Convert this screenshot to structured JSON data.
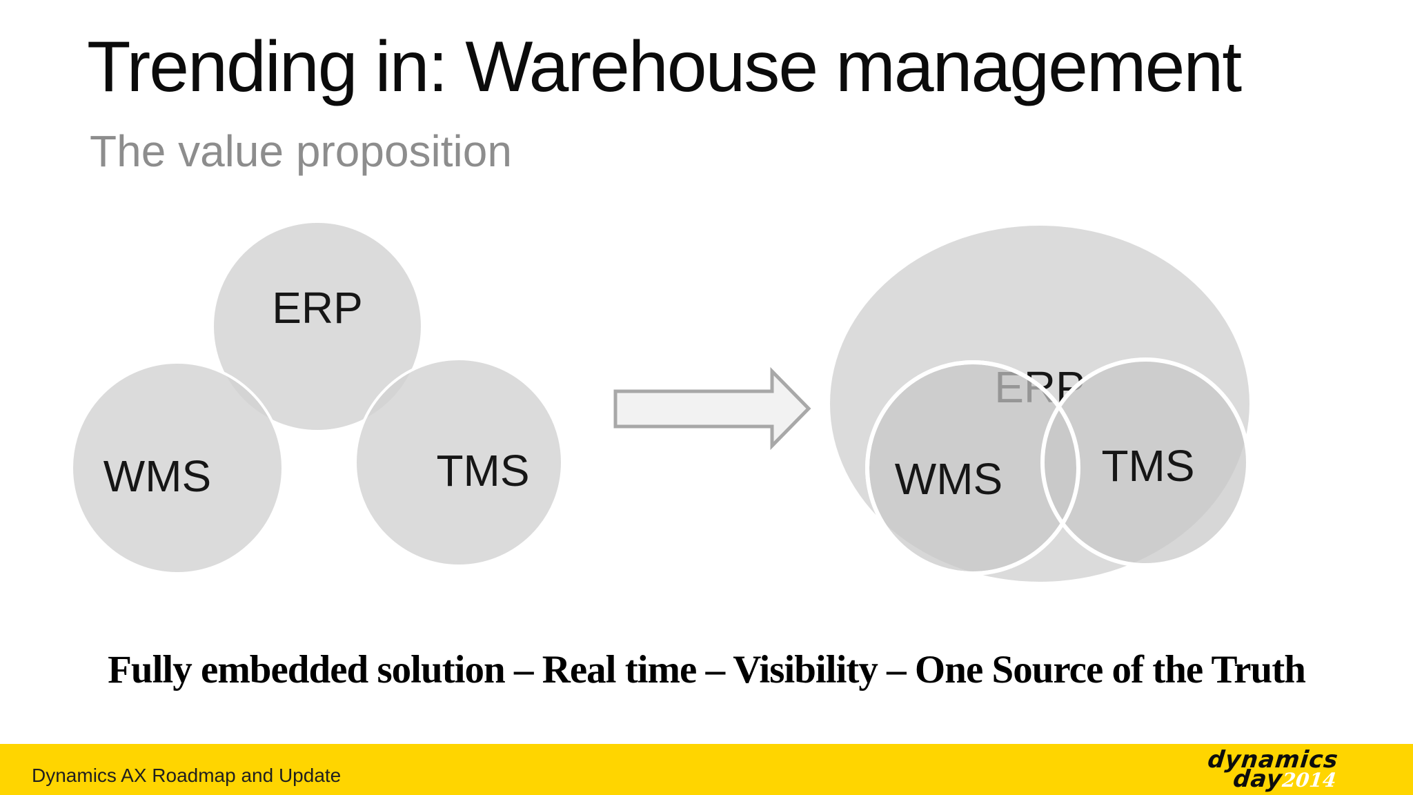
{
  "slide": {
    "title": "Trending in: Warehouse management",
    "subtitle": "The value proposition",
    "tagline": "Fully embedded solution – Real time – Visibility – One Source of the Truth"
  },
  "diagram_left": {
    "description": "three separate circles before integration",
    "erp_label": "ERP",
    "wms_label": "WMS",
    "tms_label": "TMS"
  },
  "arrow": {
    "meaning": "transition from separate systems to embedded solution",
    "direction": "right"
  },
  "diagram_right": {
    "description": "WMS and TMS embedded inside one large ERP circle",
    "erp_label": "ERP",
    "wms_label": "WMS",
    "tms_label": "TMS"
  },
  "footer": {
    "left_text": "Dynamics AX Roadmap and Update",
    "logo_line1": "dynamics",
    "logo_line2": "day",
    "logo_year": "2014"
  },
  "colors": {
    "accent_yellow": "#FFD500",
    "circle_gray": "#DCDCDC",
    "subtitle_gray": "#8D8D8D",
    "arrow_fill": "#F2F2F2",
    "arrow_border": "#A8A8A8"
  }
}
